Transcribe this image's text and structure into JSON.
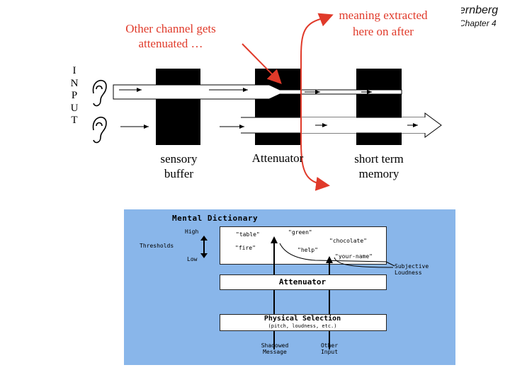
{
  "header": {
    "author_fragment": "ernberg",
    "chapter": "Chapter 4"
  },
  "top_diagram": {
    "annotation_left": [
      "Other channel gets",
      "attenuated …"
    ],
    "annotation_right": [
      "meaning extracted",
      "here on after"
    ],
    "input_letters": [
      "I",
      "N",
      "P",
      "U",
      "T"
    ],
    "labels": {
      "sensory": [
        "sensory",
        "buffer"
      ],
      "attenuator": "Attenuator",
      "stm": [
        "short term",
        "memory"
      ]
    },
    "colors": {
      "annotation": "#e03a2a",
      "blocks": "#000000"
    }
  },
  "mental_dictionary": {
    "title": "Mental Dictionary",
    "high": "High",
    "thresholds": "Thresholds",
    "low": "Low",
    "words": [
      "\"table\"",
      "\"green\"",
      "\"chocolate\"",
      "\"fire\"",
      "\"help\"",
      "\"your-name\""
    ],
    "subjective": [
      "Subjective",
      "Loudness"
    ],
    "attenuator": "Attenuator",
    "physical": "Physical Selection",
    "physical_sub": "(pitch, loudness, etc.)",
    "shadowed": [
      "Shadowed",
      "Message"
    ],
    "other": [
      "Other",
      "Input"
    ],
    "colors": {
      "background": "#89b6ea",
      "box": "#ffffff"
    }
  }
}
